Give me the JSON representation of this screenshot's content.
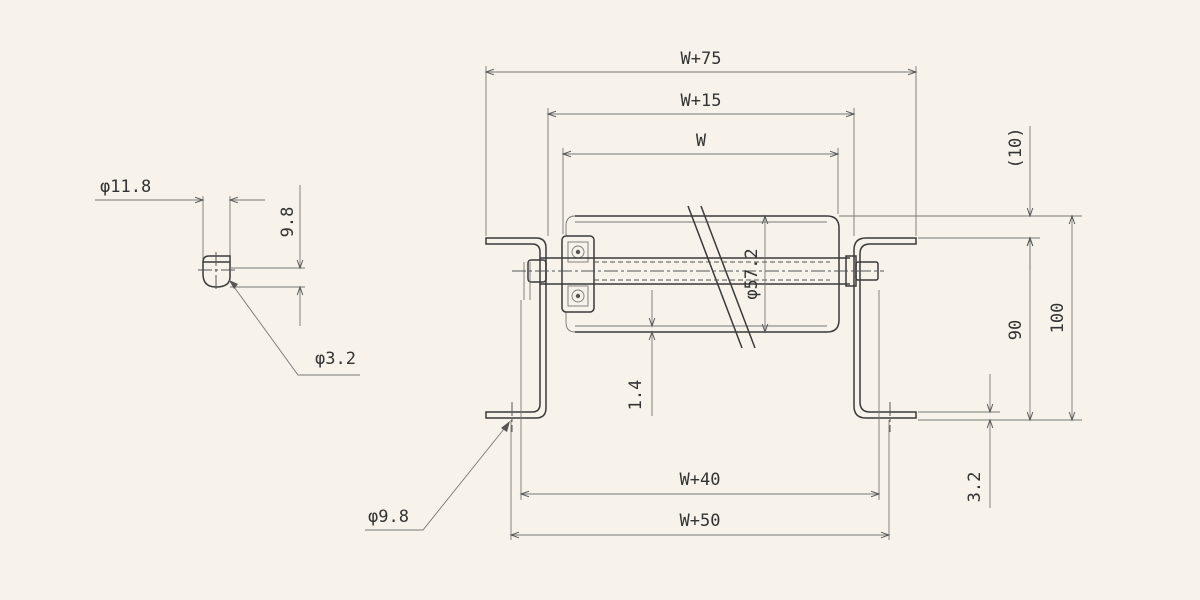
{
  "dimensions": {
    "w75": "W+75",
    "w15": "W+15",
    "w": "W",
    "w40": "W+40",
    "w50": "W+50",
    "d10": "(10)",
    "d90": "90",
    "d100": "100",
    "d32_right": "3.2",
    "d14": "1.4",
    "phi572": "φ57.2",
    "phi118": "φ11.8",
    "d98": "9.8",
    "phi32": "φ3.2",
    "phi98": "φ9.8"
  },
  "colors": {
    "background": "#f7f3ea",
    "line": "#555555"
  }
}
